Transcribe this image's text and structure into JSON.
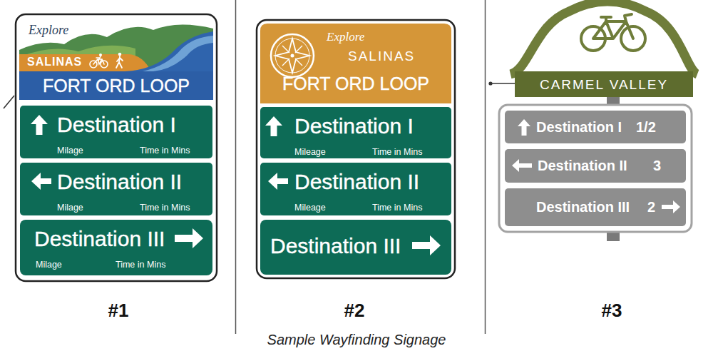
{
  "diagram": {
    "caption": "Sample Wayfinding Signage",
    "nodes": [
      {
        "text": [
          "#1"
        ]
      },
      {
        "text": [
          "Explore",
          "SALINAS"
        ],
        "in": 0
      },
      {
        "text": [
          "FORT ORD LOOP"
        ],
        "in": 0
      },
      {
        "text": [
          "Destination I",
          "Milage",
          "Time in Mins"
        ],
        "in": 0
      },
      {
        "text": [
          "Destination II",
          "Milage",
          "Time in Mins"
        ],
        "in": 0
      },
      {
        "text": [
          "Destination III",
          "Milage",
          "Time in Mins"
        ],
        "in": 0
      },
      {
        "text": [
          "#2"
        ]
      },
      {
        "text": [
          "Explore",
          "SALINAS",
          "FORT ORD LOOP"
        ],
        "in": 6
      },
      {
        "text": [
          "Destination I",
          "Mileage",
          "Time in Mins"
        ],
        "in": 6
      },
      {
        "text": [
          "Destination II",
          "Mileage",
          "Time in Mins"
        ],
        "in": 6
      },
      {
        "text": [
          "Destination III"
        ],
        "in": 6
      },
      {
        "text": [
          "CARMEL VALLEY"
        ]
      },
      {
        "text": [
          "#3"
        ]
      },
      {
        "text": [
          "Destination I",
          "1/2"
        ],
        "in": 12
      },
      {
        "text": [
          "Destination II",
          "3"
        ],
        "in": 12
      },
      {
        "text": [
          "Destination III",
          "2"
        ],
        "in": 12
      }
    ]
  }
}
